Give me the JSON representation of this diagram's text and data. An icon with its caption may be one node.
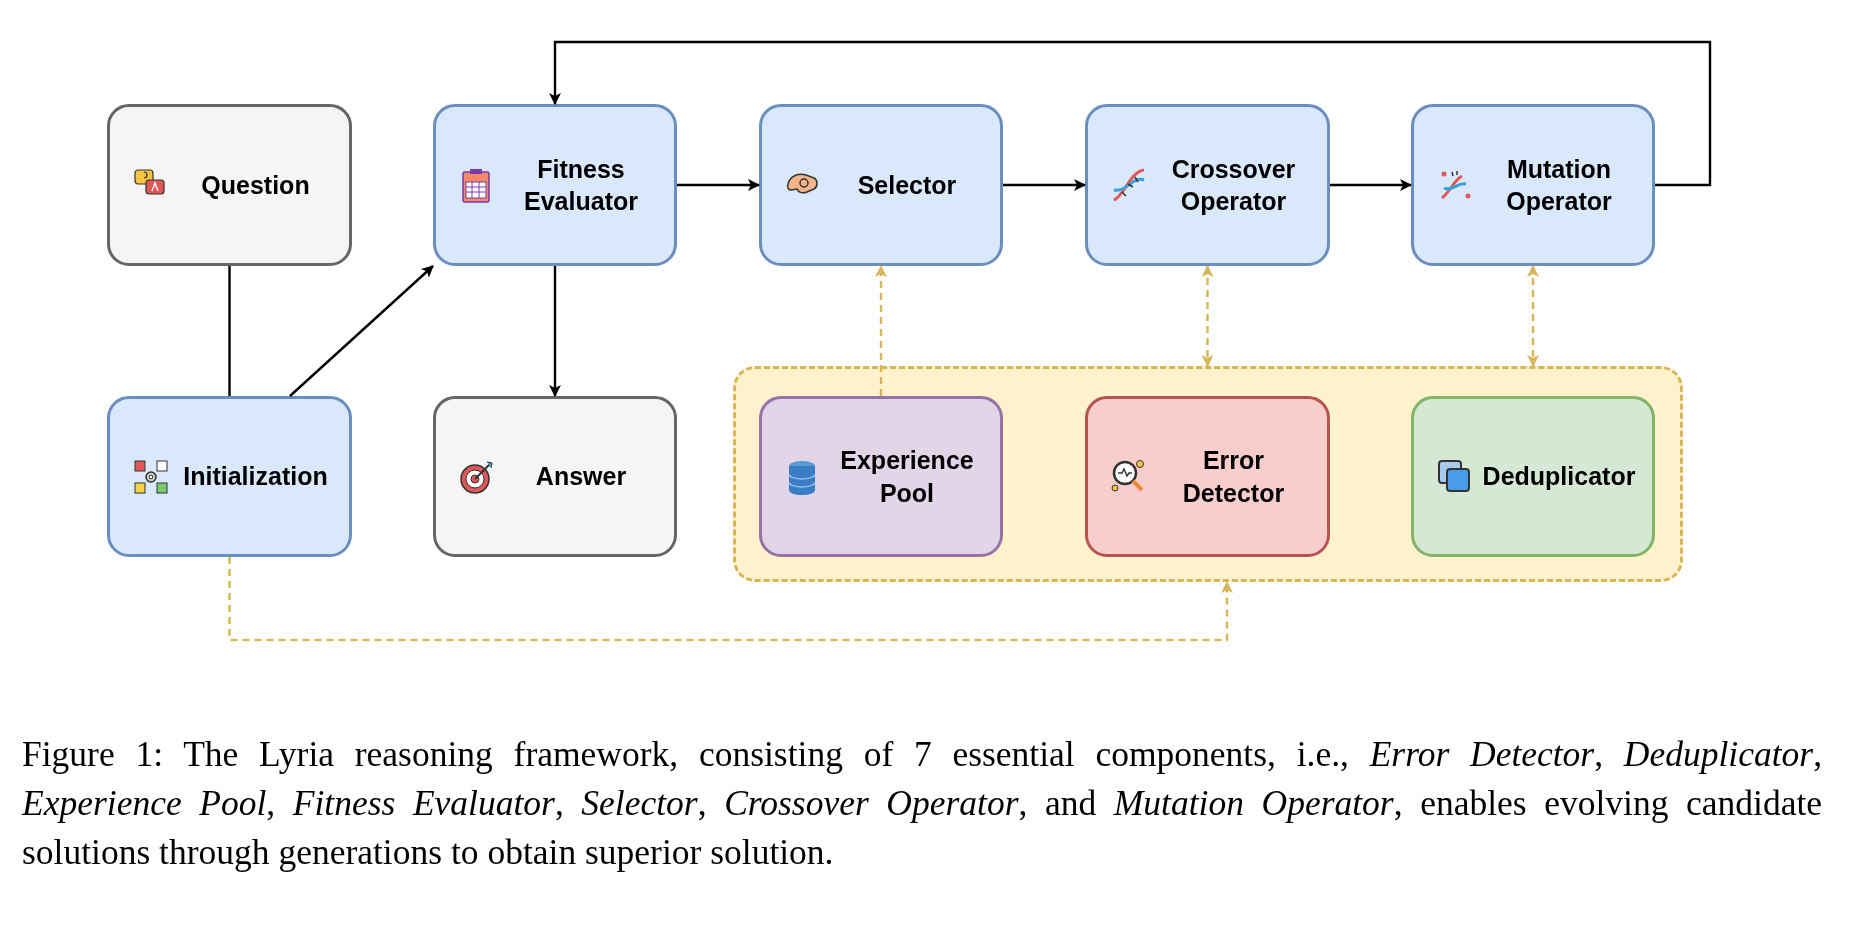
{
  "diagram": {
    "caption": "Figure 1: The Lyria reasoning framework, consisting of 7 essential components, i.e., *Error Detector*, *Deduplicator*, *Experience Pool*, *Fitness Evaluator*, *Selector*, *Crossover Operator*, and *Mutation Operator*, enables evolving candidate solutions through generations to obtain superior solution.",
    "nodes": [
      {
        "text": [
          "Question"
        ]
      },
      {
        "text": [
          "Fitness Evaluator"
        ]
      },
      {
        "text": [
          "Selector"
        ]
      },
      {
        "text": [
          "Crossover Operator"
        ]
      },
      {
        "text": [
          "Mutation Operator"
        ]
      },
      {
        "text": [
          "Initialization"
        ]
      },
      {
        "text": [
          "Answer"
        ]
      },
      {
        "text": [],
        "shape": "box"
      },
      {
        "text": [
          "Experience Pool"
        ],
        "in": 7
      },
      {
        "text": [
          "Error Detector"
        ],
        "in": 7
      },
      {
        "text": [
          "Deduplicator"
        ],
        "in": 7
      }
    ],
    "edges": [
      {
        "from": 0,
        "to": 5,
        "arrow": "none"
      },
      {
        "from": 5,
        "to": 1,
        "arrow": "to"
      },
      {
        "from": 1,
        "to": 2,
        "arrow": "to"
      },
      {
        "from": 2,
        "to": 3,
        "arrow": "to"
      },
      {
        "from": 3,
        "to": 4,
        "arrow": "to"
      },
      {
        "from": 4,
        "to": 1,
        "arrow": "to"
      },
      {
        "from": 1,
        "to": 6,
        "arrow": "to"
      },
      {
        "from": 8,
        "to": 2,
        "arrow": "to",
        "style": "dashed",
        "color": "#d6b656"
      },
      {
        "from": 3,
        "to": 7,
        "arrow": "both",
        "style": "dashed",
        "color": "#d6b656"
      },
      {
        "from": 4,
        "to": 7,
        "arrow": "both",
        "style": "dashed",
        "color": "#d6b656"
      },
      {
        "from": 5,
        "to": 7,
        "arrow": "to",
        "style": "dashed",
        "color": "#d6b656"
      }
    ]
  }
}
